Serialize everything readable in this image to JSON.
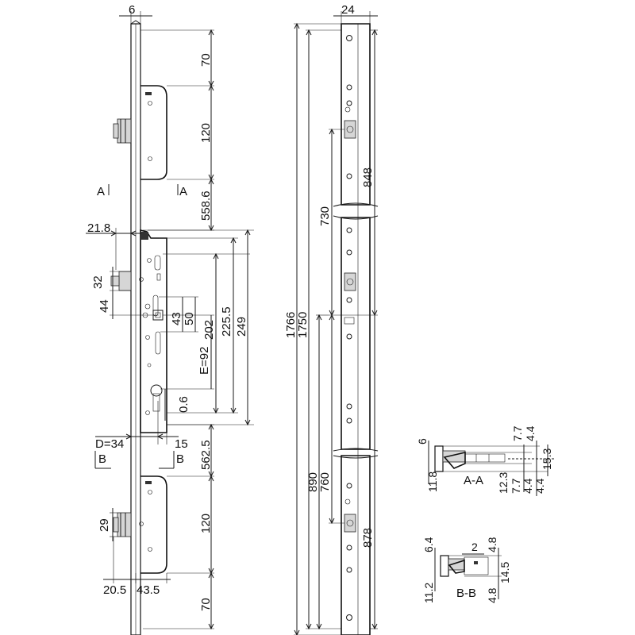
{
  "dims": {
    "top_plate_thickness": "6",
    "top_spacing": "70",
    "top_hook_height": "120",
    "top_offset": "558.6",
    "section_a_left": "A",
    "section_a_right": "A",
    "backset_21_8": "21.8",
    "dim_32": "32",
    "dim_44": "44",
    "dim_43": "43",
    "dim_50": "50",
    "dim_202": "202",
    "dim_225_5": "225.5",
    "dim_249": "249",
    "e_92": "E=92",
    "dim_0_6": "0.6",
    "d_34": "D=34",
    "dim_15": "15",
    "section_b_left": "B",
    "section_b_right": "B",
    "bottom_offset": "562.5",
    "dim_29": "29",
    "bottom_hook_height": "120",
    "dim_20_5": "20.5",
    "dim_43_5": "43.5",
    "bottom_spacing": "70",
    "rail_width": "24",
    "dim_730": "730",
    "dim_848": "848",
    "dim_1766": "1766",
    "dim_1750": "1750",
    "dim_890": "890",
    "dim_760": "760",
    "dim_878": "878",
    "aa_6": "6",
    "aa_7_7_top": "7.7",
    "aa_4_4_top": "4.4",
    "aa_15_3": "15.3",
    "aa_11_8": "11.8",
    "aa_label": "A-A",
    "aa_12_3": "12.3",
    "aa_7_7_bot": "7.7",
    "aa_4_4_b1": "4.4",
    "aa_4_4_b2": "4.4",
    "bb_6_4": "6.4",
    "bb_2": "2",
    "bb_4_8_top": "4.8",
    "bb_14_5": "14.5",
    "bb_11_2": "11.2",
    "bb_label": "B-B",
    "bb_4_8_bot": "4.8"
  }
}
